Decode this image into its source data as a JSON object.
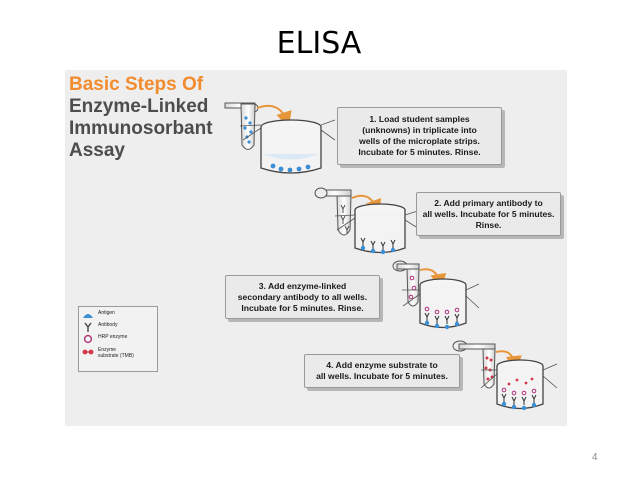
{
  "slide": {
    "title": "ELISA",
    "number": "4"
  },
  "figure": {
    "title_lines": [
      "Basic Steps Of",
      "Enzyme-Linked",
      "Immunosorbant",
      "Assay"
    ],
    "steps": [
      {
        "lines": [
          "1. Load student samples",
          "(unknowns) in triplicate into",
          "wells of the microplate strips.",
          "Incubate for 5 minutes. Rinse."
        ]
      },
      {
        "lines": [
          "2. Add primary antibody to",
          "all wells. Incubate for 5 minutes.",
          "Rinse."
        ]
      },
      {
        "lines": [
          "3. Add enzyme-linked",
          "secondary antibody to all wells.",
          "Incubate for 5 minutes. Rinse."
        ]
      },
      {
        "lines": [
          "4. Add enzyme substrate to",
          "all wells. Incubate for 5 minutes."
        ]
      }
    ],
    "legend": [
      {
        "label": "Antigen",
        "icon": "antigen-icon",
        "color": "#3b8fd6"
      },
      {
        "label": "Antibody",
        "icon": "antibody-icon",
        "color": "#444444"
      },
      {
        "label": "HRP enzyme",
        "icon": "hrp-enzyme-icon",
        "color": "#b0307a"
      },
      {
        "label": "Enzyme",
        "label2": "substrate (TMB)",
        "icon": "enzyme-substrate-icon",
        "color": "#d4364a"
      }
    ],
    "colors": {
      "title_orange": "#f28c2e",
      "title_gray": "#4d4d4d",
      "arrow_orange": "#e8963a",
      "antigen_blue": "#3b8fd6"
    }
  }
}
